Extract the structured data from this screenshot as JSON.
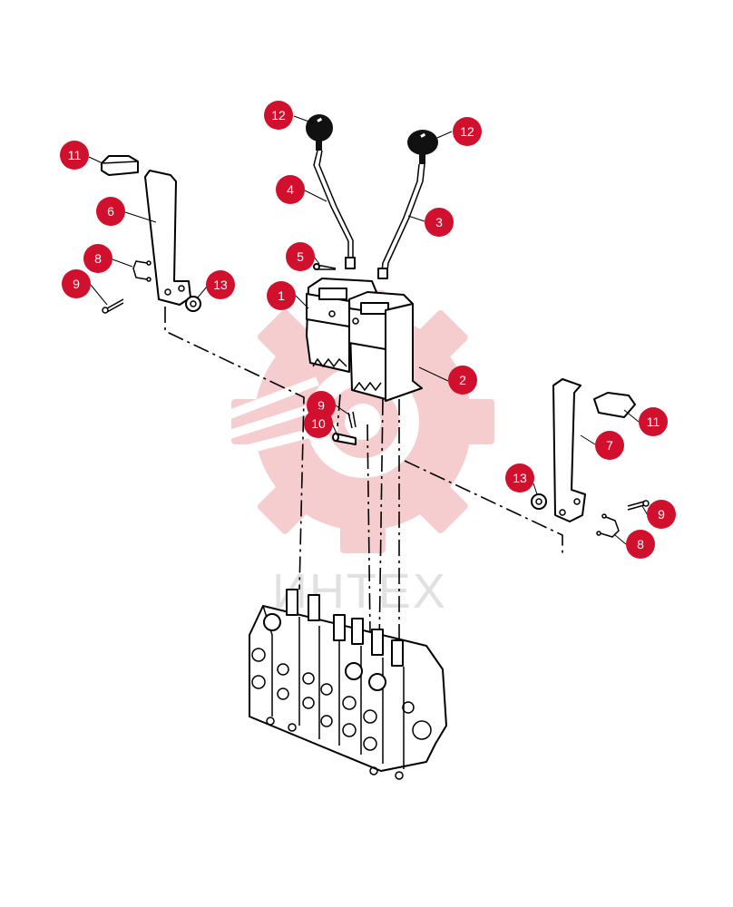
{
  "watermark": {
    "text": "ИНТЕХ",
    "color": "#f5c5c7"
  },
  "callout_color": "#d0102c",
  "callouts": [
    {
      "id": "c12a",
      "label": "12"
    },
    {
      "id": "c12b",
      "label": "12"
    },
    {
      "id": "c11a",
      "label": "11"
    },
    {
      "id": "c4",
      "label": "4"
    },
    {
      "id": "c3",
      "label": "3"
    },
    {
      "id": "c6",
      "label": "6"
    },
    {
      "id": "c5",
      "label": "5"
    },
    {
      "id": "c8a",
      "label": "8"
    },
    {
      "id": "c9a",
      "label": "9"
    },
    {
      "id": "c13a",
      "label": "13"
    },
    {
      "id": "c1",
      "label": "1"
    },
    {
      "id": "c2",
      "label": "2"
    },
    {
      "id": "c9b",
      "label": "9"
    },
    {
      "id": "c10",
      "label": "10"
    },
    {
      "id": "c11b",
      "label": "11"
    },
    {
      "id": "c7",
      "label": "7"
    },
    {
      "id": "c13b",
      "label": "13"
    },
    {
      "id": "c9c",
      "label": "9"
    },
    {
      "id": "c8b",
      "label": "8"
    }
  ]
}
